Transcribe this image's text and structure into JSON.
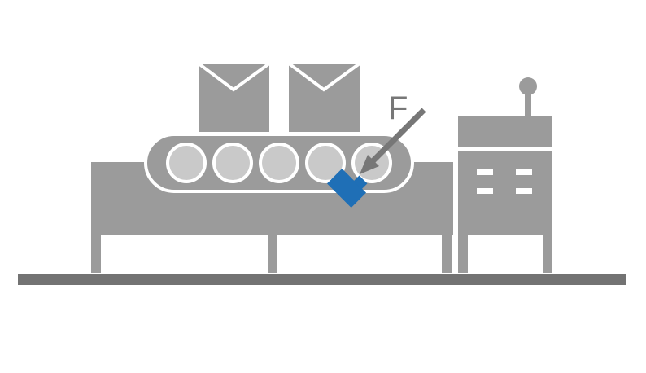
{
  "diagram": {
    "force_label": "F",
    "colors": {
      "machine": "#9b9b9b",
      "roller": "#c9c9c9",
      "floor": "#737373",
      "sensor": "#1f6fb6",
      "arrow": "#777777",
      "background": "#ffffff"
    },
    "roller_count": 5,
    "box_count": 2,
    "icons": [
      "conveyor-belt-icon",
      "package-box-icon",
      "control-cabinet-icon",
      "sensor-icon",
      "force-arrow-icon"
    ]
  }
}
